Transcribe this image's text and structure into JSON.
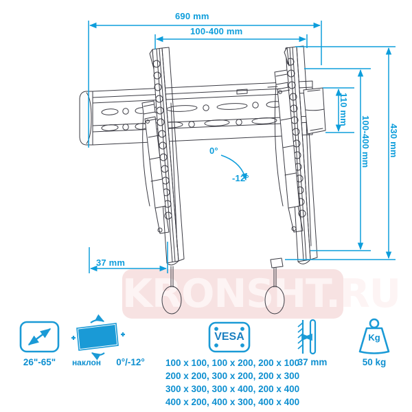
{
  "product": {
    "type": "tv-wall-mount-bracket-technical-drawing",
    "watermark": "KRONSHT.RU"
  },
  "dimensions": {
    "total_width": "690 mm",
    "vesa_width_range": "100-400 mm",
    "total_height": "430 mm",
    "vesa_height_range": "100-400 mm",
    "plate_height": "110 mm",
    "wall_depth": "37 mm"
  },
  "angles": {
    "top_label": "0°",
    "bottom_label": "-12°"
  },
  "specs": [
    {
      "id": "screen-size",
      "icon": "diagonal-arrow-screen-icon",
      "label": "26\"-65\"",
      "sublabel": ""
    },
    {
      "id": "tilt",
      "icon": "tilt-screen-icon",
      "label": "0°/-12°",
      "sublabel": "наклон"
    },
    {
      "id": "vesa",
      "icon": "vesa-icon",
      "label": "VESA",
      "sublabel": ""
    },
    {
      "id": "wall-distance",
      "icon": "wall-distance-icon",
      "label": "37 mm",
      "sublabel": ""
    },
    {
      "id": "max-load",
      "icon": "weight-icon",
      "label": "50 kg",
      "sublabel": "Kg"
    }
  ],
  "vesa_patterns": [
    "100 x 100, 100 x 200, 200 x 100",
    "200 x 200, 300 x 200, 200 x 300",
    "300 x 300, 300 x 400, 200 x 400",
    "400 x 200, 400 x 300, 400 x 400"
  ],
  "colors": {
    "dimension_blue": "#0d9ddb",
    "label_blue": "#0d8fd0",
    "icon_blue": "#1a9ad6",
    "outline_gray": "#3a3a42",
    "watermark_pink": "#f7e2e2"
  }
}
